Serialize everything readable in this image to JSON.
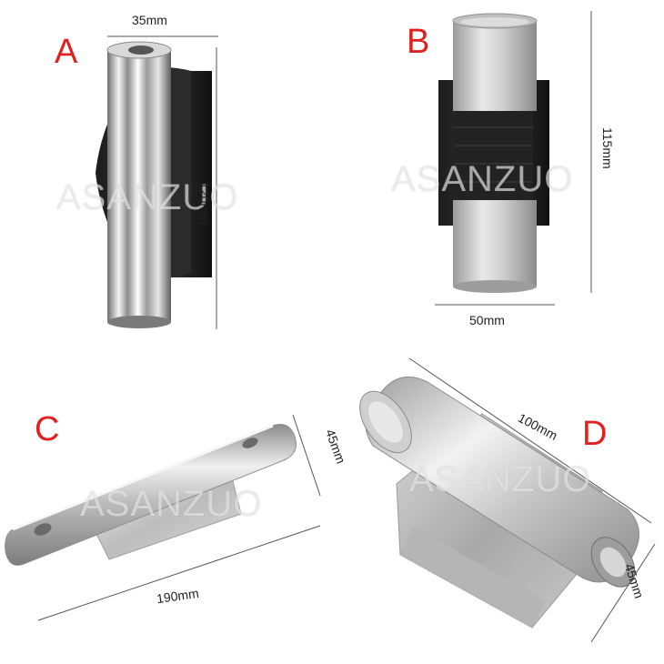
{
  "products": [
    {
      "label": "A",
      "dimensions": [
        "35mm",
        "120mm"
      ],
      "watermark": "ASANZUO"
    },
    {
      "label": "B",
      "dimensions": [
        "115mm",
        "50mm"
      ],
      "watermark": "ASANZUO"
    },
    {
      "label": "C",
      "dimensions": [
        "45mm",
        "190mm"
      ],
      "watermark": "ASANZUO"
    },
    {
      "label": "D",
      "dimensions": [
        "100mm",
        "45mm"
      ],
      "watermark": "ASANZUO"
    }
  ],
  "colors": {
    "label": "#e0211f",
    "dimension_text": "#222222"
  }
}
